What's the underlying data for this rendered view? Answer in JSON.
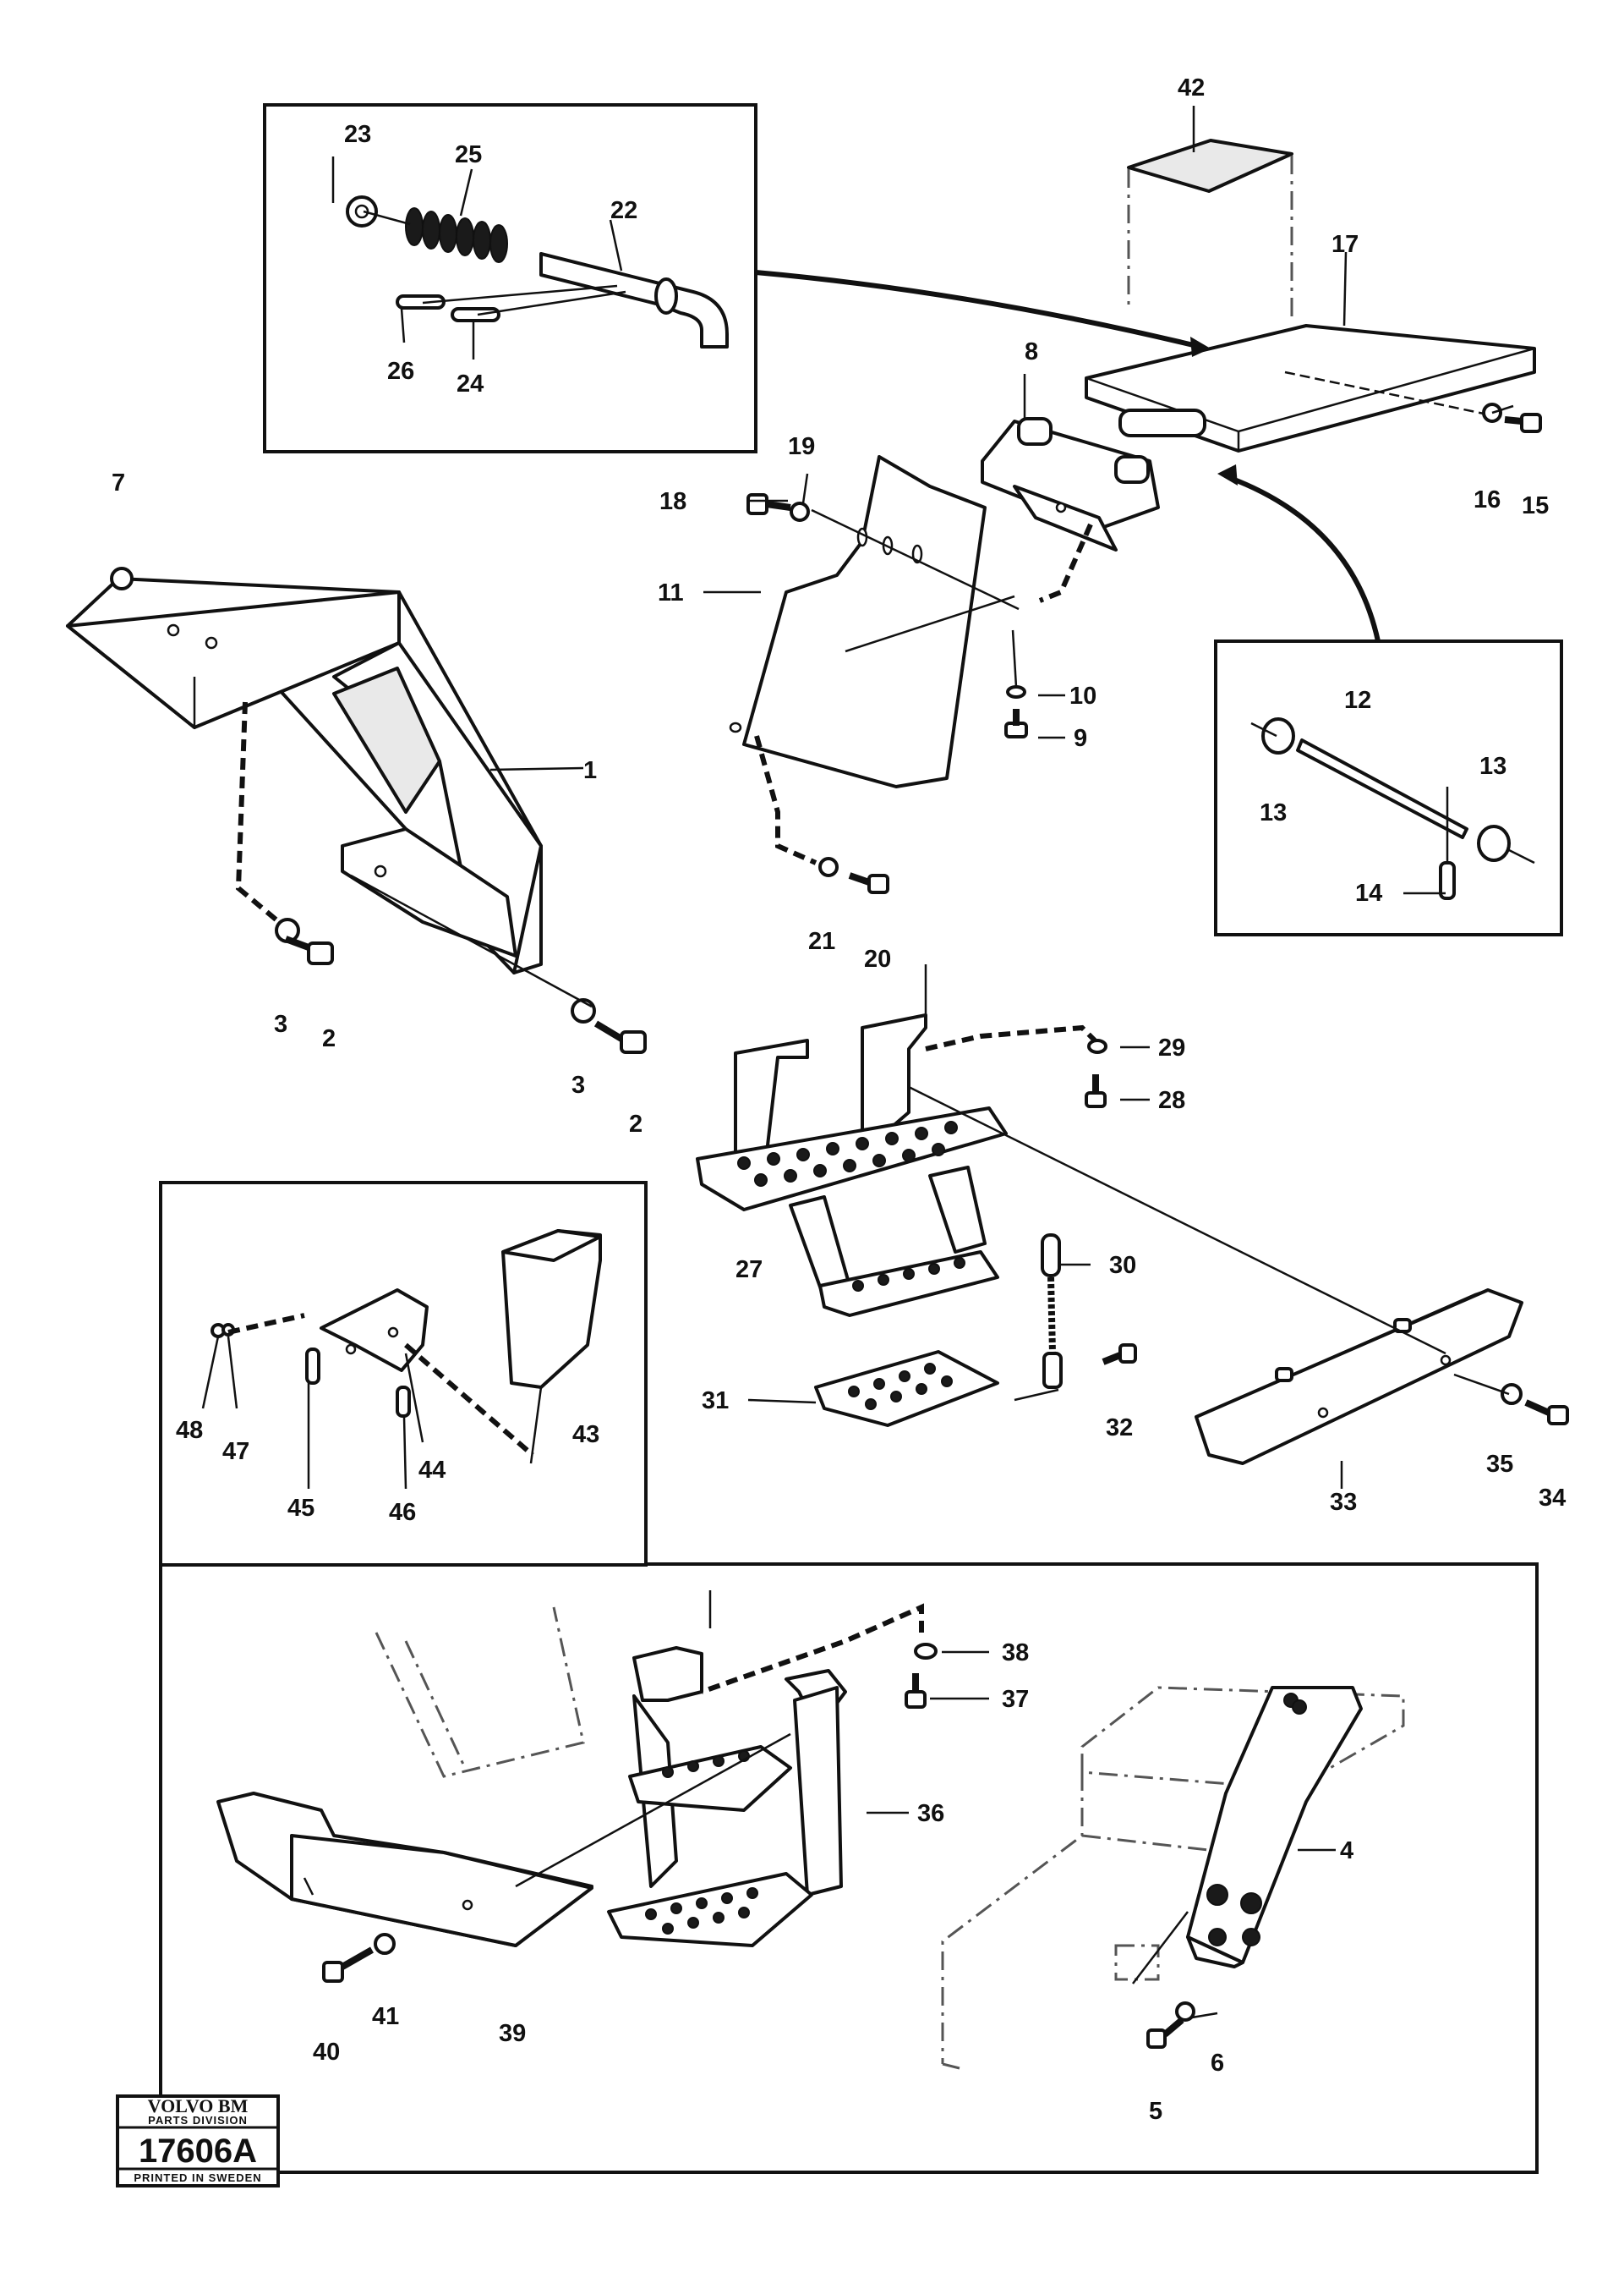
{
  "stamp": {
    "brand": "VOLVO BM",
    "division": "PARTS DIVISION",
    "code": "17606A",
    "printed": "PRINTED IN SWEDEN"
  },
  "callouts": {
    "c1": "1",
    "c2a": "2",
    "c2b": "2",
    "c3a": "3",
    "c3b": "3",
    "c4": "4",
    "c5": "5",
    "c6": "6",
    "c7": "7",
    "c8": "8",
    "c9": "9",
    "c10": "10",
    "c11": "11",
    "c12": "12",
    "c13a": "13",
    "c13b": "13",
    "c14": "14",
    "c15": "15",
    "c16": "16",
    "c17": "17",
    "c18": "18",
    "c19": "19",
    "c20": "20",
    "c21": "21",
    "c22": "22",
    "c23": "23",
    "c24": "24",
    "c25": "25",
    "c26": "26",
    "c27": "27",
    "c28": "28",
    "c29": "29",
    "c30": "30",
    "c31": "31",
    "c32": "32",
    "c33": "33",
    "c34": "34",
    "c35": "35",
    "c36": "36",
    "c37": "37",
    "c38": "38",
    "c39": "39",
    "c40": "40",
    "c41": "41",
    "c42": "42",
    "c43": "43",
    "c44": "44",
    "c45": "45",
    "c46": "46",
    "c47": "47",
    "c48": "48"
  }
}
